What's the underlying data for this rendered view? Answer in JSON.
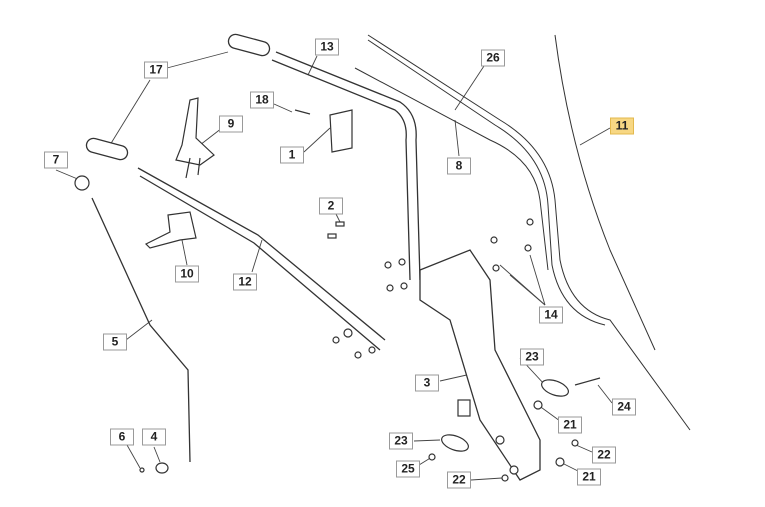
{
  "highlight_color": "#f7d783",
  "callouts": [
    {
      "id": "13",
      "label": "13"
    },
    {
      "id": "26",
      "label": "26"
    },
    {
      "id": "17",
      "label": "17"
    },
    {
      "id": "18",
      "label": "18"
    },
    {
      "id": "9",
      "label": "9"
    },
    {
      "id": "11",
      "label": "11",
      "highlighted": true
    },
    {
      "id": "1",
      "label": "1"
    },
    {
      "id": "7",
      "label": "7"
    },
    {
      "id": "8",
      "label": "8"
    },
    {
      "id": "2",
      "label": "2"
    },
    {
      "id": "10",
      "label": "10"
    },
    {
      "id": "12",
      "label": "12"
    },
    {
      "id": "14",
      "label": "14"
    },
    {
      "id": "5",
      "label": "5"
    },
    {
      "id": "23a",
      "label": "23"
    },
    {
      "id": "3",
      "label": "3"
    },
    {
      "id": "24",
      "label": "24"
    },
    {
      "id": "21a",
      "label": "21"
    },
    {
      "id": "23b",
      "label": "23"
    },
    {
      "id": "6",
      "label": "6"
    },
    {
      "id": "4",
      "label": "4"
    },
    {
      "id": "22a",
      "label": "22"
    },
    {
      "id": "25",
      "label": "25"
    },
    {
      "id": "22b",
      "label": "22"
    },
    {
      "id": "21b",
      "label": "21"
    }
  ]
}
